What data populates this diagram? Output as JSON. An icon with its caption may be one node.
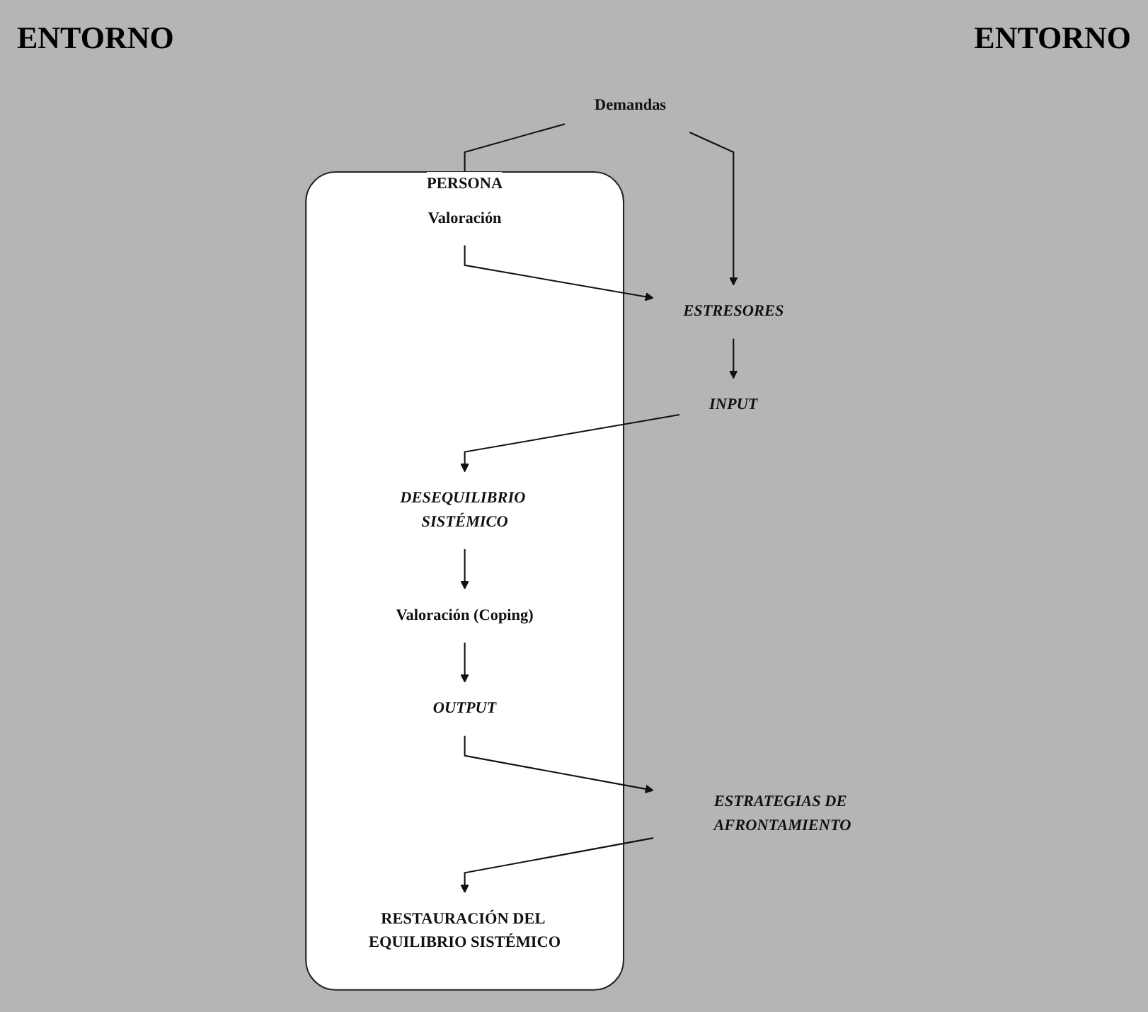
{
  "diagram": {
    "nodes": [
      {
        "text": [
          "PERSONA"
        ]
      },
      {
        "text": [
          "Demandas"
        ]
      },
      {
        "text": [
          "Valoración"
        ],
        "in": 0
      },
      {
        "text": [
          "ESTRESORES"
        ]
      },
      {
        "text": [
          "INPUT"
        ]
      },
      {
        "text": [
          "DESEQUILIBRIO SISTÉMICO"
        ],
        "in": 0
      },
      {
        "text": [
          "Valoración (Coping)"
        ],
        "in": 0
      },
      {
        "text": [
          "OUTPUT"
        ],
        "in": 0
      },
      {
        "text": [
          "ESTRATEGIAS DE AFRONTAMIENTO"
        ]
      },
      {
        "text": [
          "RESTAURACIÓN DEL EQUILIBRIO SISTÉMICO"
        ],
        "in": 0
      }
    ],
    "edges": [
      {
        "from": 1,
        "to": 2,
        "arrow": "to"
      },
      {
        "from": 2,
        "to": 3,
        "arrow": "to"
      },
      {
        "from": 1,
        "to": 3,
        "arrow": "to"
      },
      {
        "from": 3,
        "to": 4,
        "arrow": "to"
      },
      {
        "from": 4,
        "to": 5,
        "arrow": "to"
      },
      {
        "from": 5,
        "to": 6,
        "arrow": "to"
      },
      {
        "from": 6,
        "to": 7,
        "arrow": "to"
      },
      {
        "from": 7,
        "to": 8,
        "arrow": "to"
      },
      {
        "from": 8,
        "to": 9,
        "arrow": "to"
      }
    ],
    "labels": [
      "ENTORNO",
      "ENTORNO"
    ]
  }
}
